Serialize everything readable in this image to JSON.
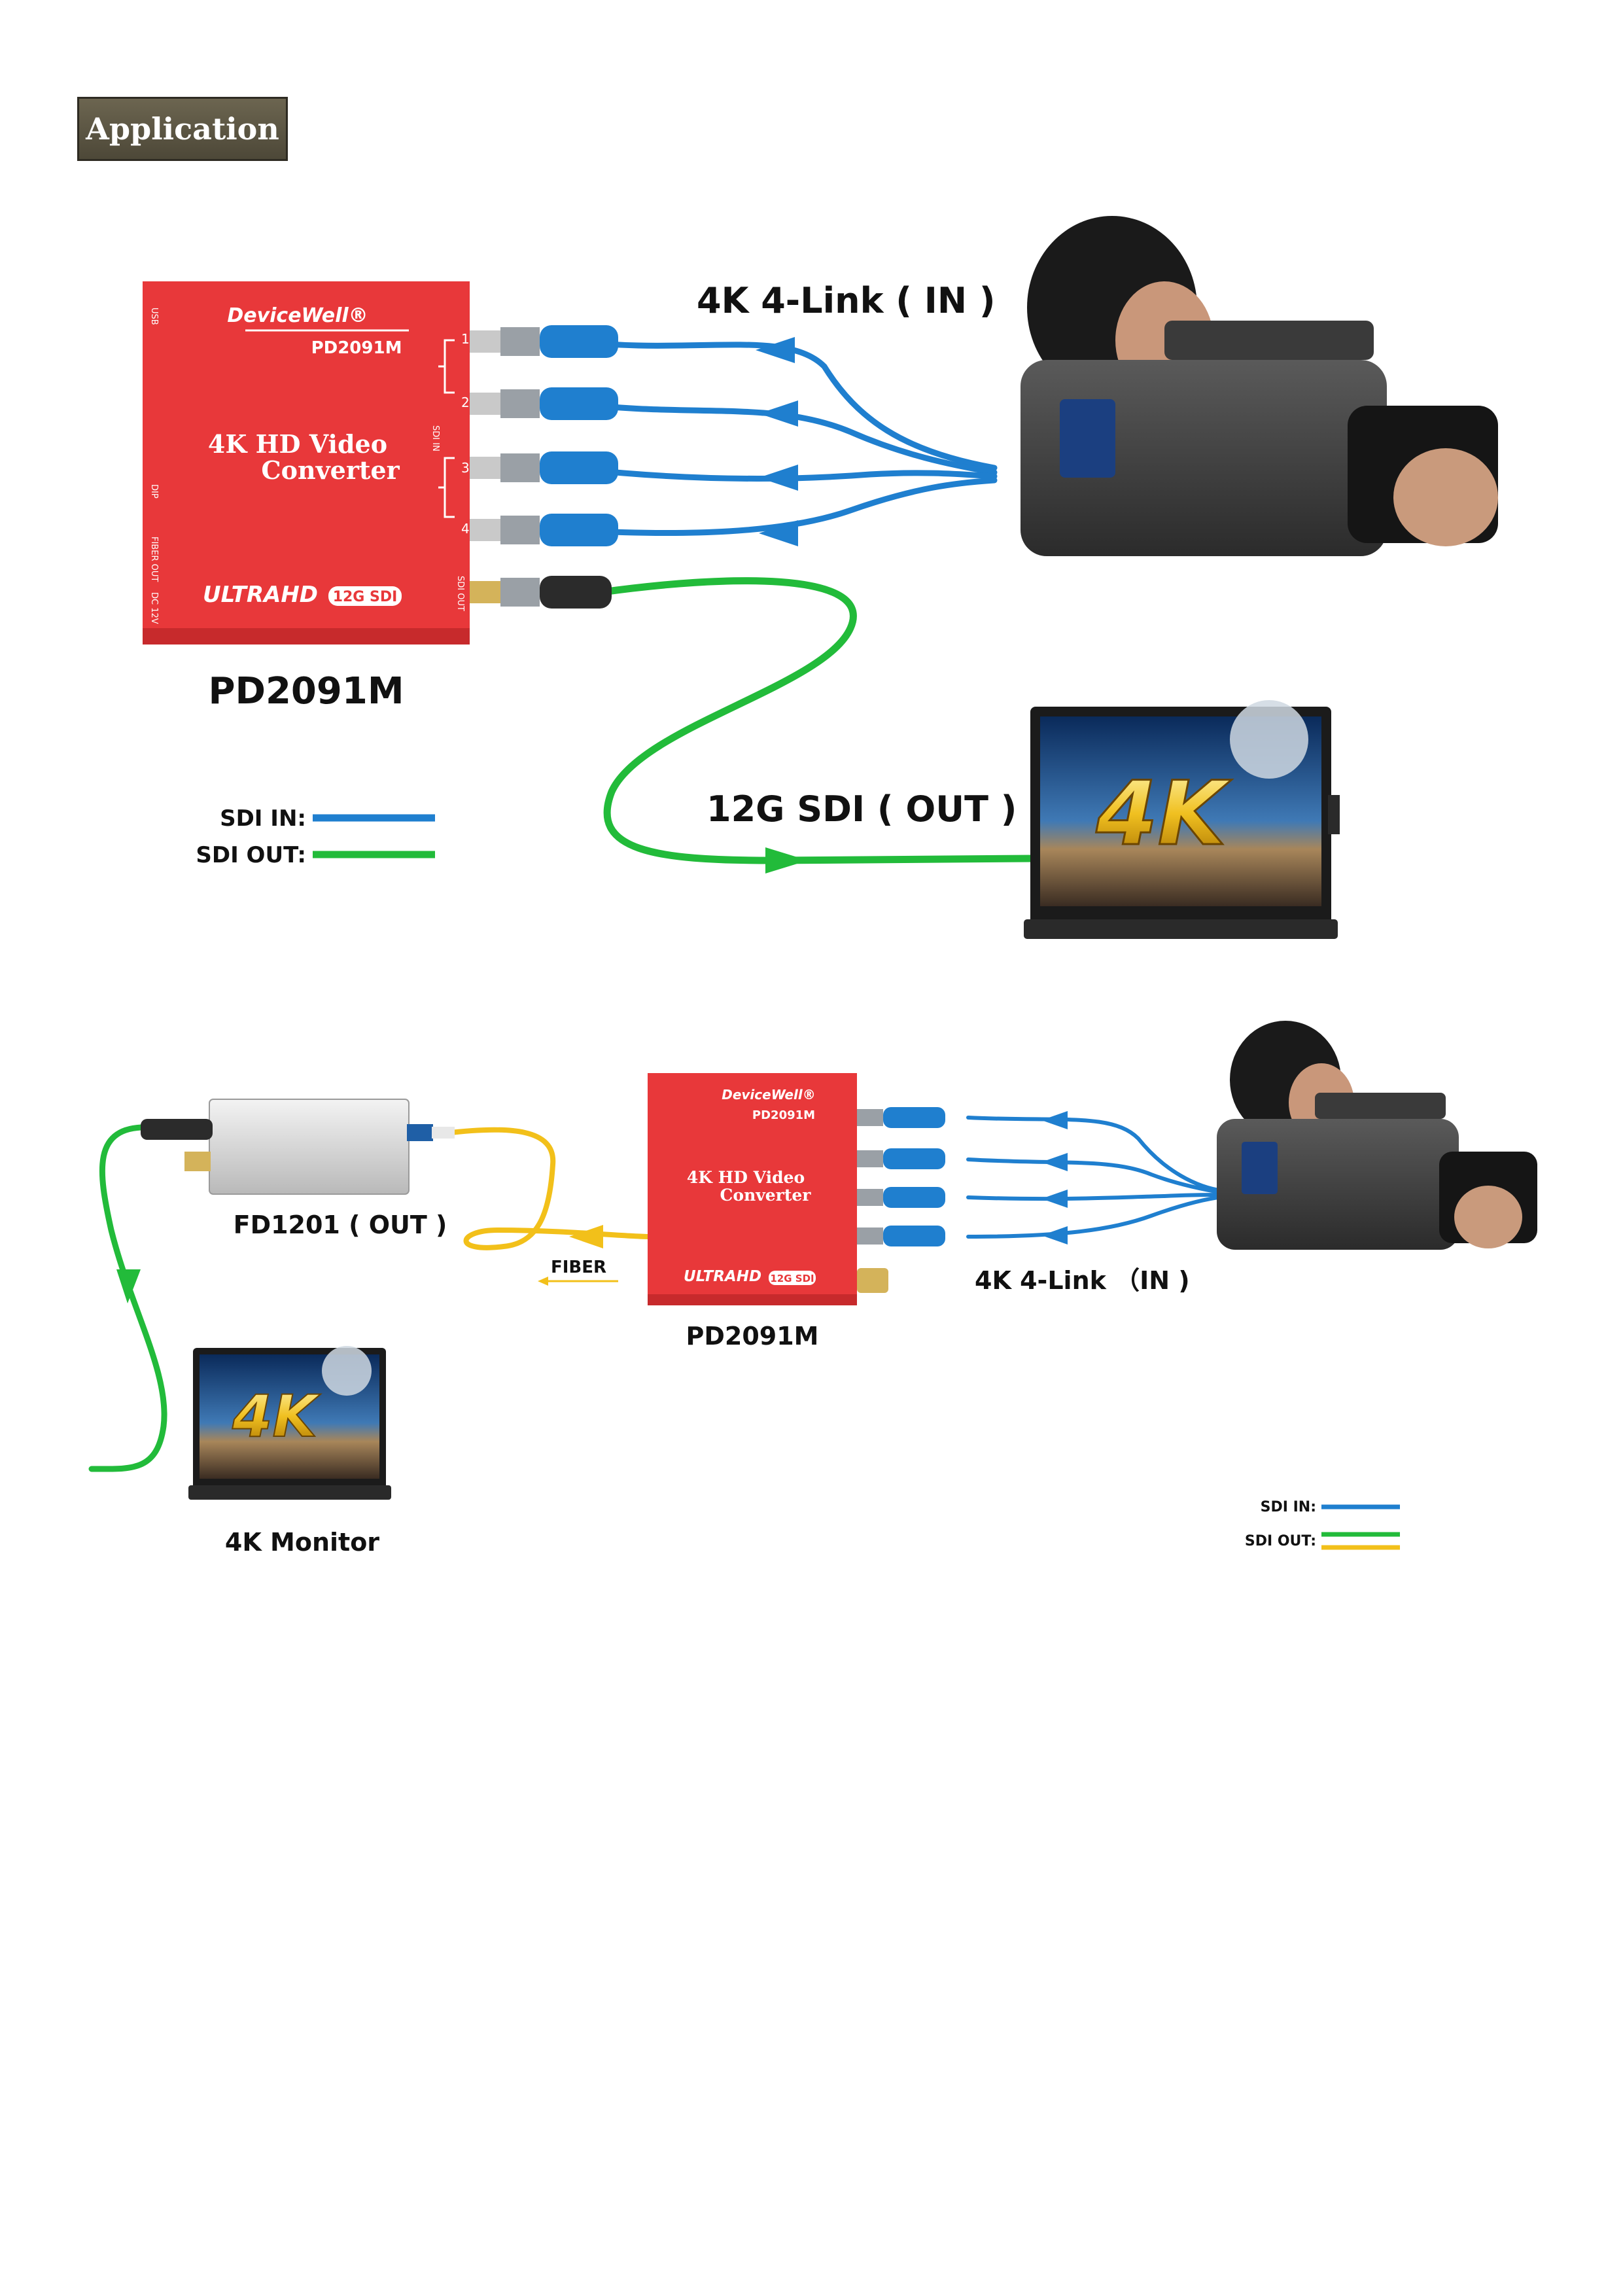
{
  "header": {
    "title": "Application"
  },
  "colors": {
    "sdi_in": "#1f7fcf",
    "sdi_out": "#22bb3a",
    "fiber": "#f2c01a",
    "device_red": "#e8383a",
    "device_dark_red": "#c72a2c"
  },
  "diagram1": {
    "in_label": "4K 4-Link ( IN )",
    "out_label": "12G SDI ( OUT )",
    "device": {
      "brand": "DeviceWell®",
      "model_on_face": "PD2091M",
      "name_line1": "4K  HD Video",
      "name_line2": "Converter",
      "ultrahd": "ULTRAHD",
      "badge": "12G SDI",
      "port_numbers": [
        "1",
        "2",
        "3",
        "4"
      ],
      "left_edge_labels": [
        "USB",
        "DIP",
        "FIBER OUT",
        "DC 12V"
      ],
      "right_edge_labels": [
        "SDI IN",
        "SDI OUT"
      ]
    },
    "device_caption": "PD2091M",
    "monitor_badge": "4K",
    "legend": [
      {
        "label": "SDI IN:"
      },
      {
        "label": "SDI OUT:"
      }
    ]
  },
  "diagram2": {
    "fiber_label": "FIBER",
    "fd_caption": "FD1201 ( OUT )",
    "device_caption": "PD2091M",
    "in_label": "4K 4-Link （IN )",
    "monitor_caption": "4K Monitor",
    "monitor_badge": "4K",
    "legend": [
      {
        "label": "SDI IN:"
      },
      {
        "label": "SDI OUT:"
      }
    ]
  }
}
